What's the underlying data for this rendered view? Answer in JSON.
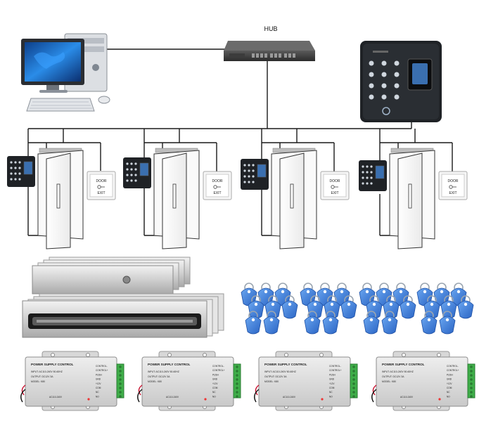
{
  "hub": {
    "label": "HUB"
  },
  "exit_button": {
    "line1": "DOOR",
    "line2": "EXIT"
  },
  "power_supply": {
    "title": "POWER SUPPLY CONTROL",
    "input": "INPUT: AC110-240V 50-60HZ",
    "output": "OUTPUT: DC12V 3A",
    "model": "MODEL: K80",
    "ac": "AC110-240V",
    "terminals": [
      "CONTROL-",
      "CONTROL+",
      "PUSH",
      "GND",
      "+12V",
      "COM",
      "NC",
      "NO"
    ]
  },
  "colors": {
    "wire": "#1a1a1a",
    "keypad_body": "#1f2226",
    "rfid_tag": "#3f7fe0",
    "terminal_block": "#3fae49",
    "monitor_screen": "#1e6fd9"
  }
}
